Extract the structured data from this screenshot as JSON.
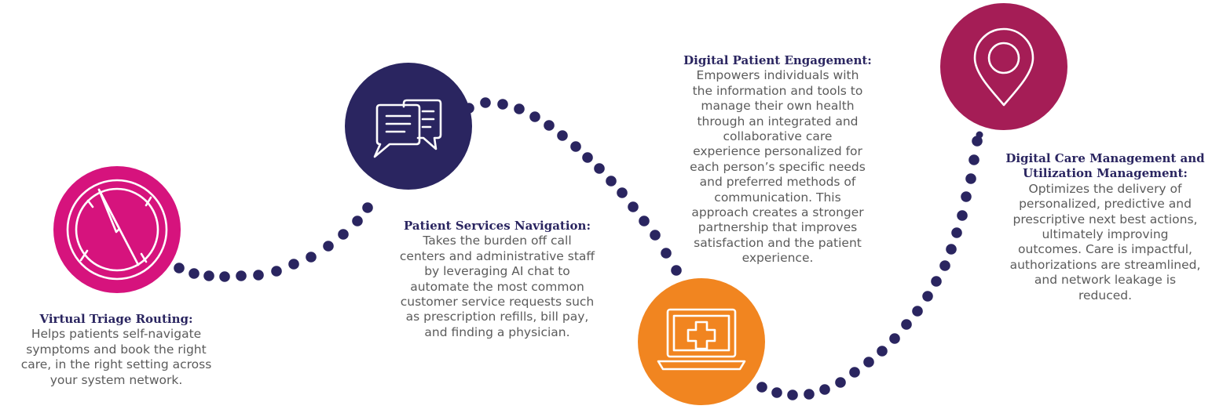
{
  "colors": {
    "dots": "#2a2560",
    "title": "#2a2560",
    "body_text": "#5b5b5b"
  },
  "stages": [
    {
      "title": "Virtual Triage Routing:",
      "description": "Helps patients self-navigate symptoms and book the right care, in the right setting across your system network.",
      "icon": "compass-icon",
      "color": "#d6137d"
    },
    {
      "title": "Patient Services Navigation:",
      "description": "Takes the burden off call centers and administrative staff by leveraging AI chat to automate the most common customer service requests such as prescription refills, bill pay, and finding a physician.",
      "icon": "chat-bubbles-icon",
      "color": "#2a2560"
    },
    {
      "title": "Digital Patient Engagement:",
      "description": "Empowers individuals with the information and tools to manage their own health through an integrated and collaborative care experience personalized for each person’s specific needs and preferred methods of communication. This approach creates a stronger partnership that improves satisfaction and the patient experience.",
      "icon": "laptop-medical-cross-icon",
      "color": "#f18520"
    },
    {
      "title": "Digital Care Management and Utilization Management:",
      "description": "Optimizes the delivery of personalized, predictive and prescriptive next best actions, ultimately improving outcomes. Care is impactful, authorizations are streamlined, and network leakage is reduced.",
      "icon": "location-pin-icon",
      "color": "#a51d56"
    }
  ]
}
